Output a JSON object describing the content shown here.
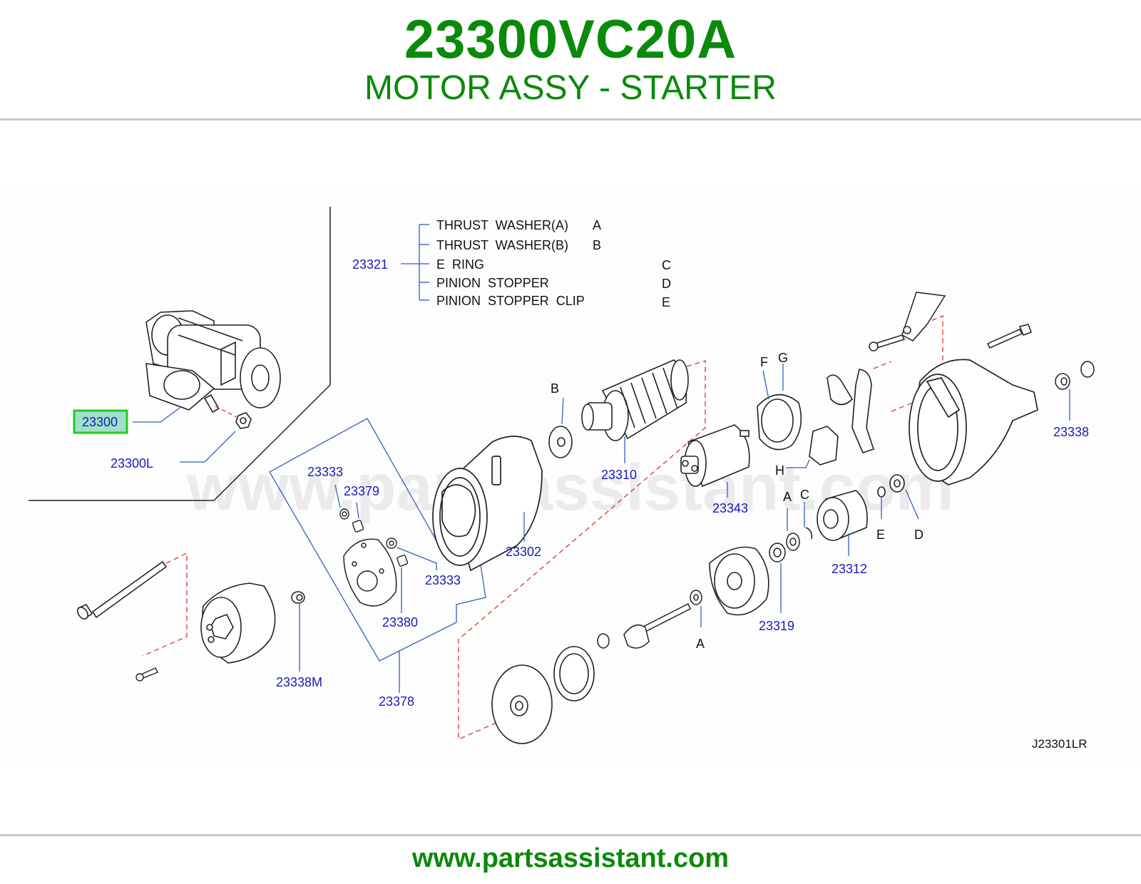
{
  "header": {
    "part_number": "23300VC20A",
    "part_name": "MOTOR ASSY - STARTER"
  },
  "legend": {
    "group_ref": "23321",
    "items": [
      {
        "name": "THRUST  WASHER(A)",
        "code": "A"
      },
      {
        "name": "THRUST  WASHER(B)",
        "code": "B"
      },
      {
        "name": "E  RING",
        "code": "C"
      },
      {
        "name": "PINION  STOPPER",
        "code": "D"
      },
      {
        "name": "PINION  STOPPER  CLIP",
        "code": "E"
      }
    ]
  },
  "callouts": {
    "p23300": "23300",
    "p23300L": "23300L",
    "p23333a": "23333",
    "p23379": "23379",
    "p23333b": "23333",
    "p23380": "23380",
    "p23378": "23378",
    "p23338M": "23338M",
    "p23302": "23302",
    "p23310": "23310",
    "p23343": "23343",
    "p23312": "23312",
    "p23319": "23319",
    "p23338": "23338",
    "B": "B",
    "F": "F",
    "G": "G",
    "H": "H",
    "A1": "A",
    "C": "C",
    "E": "E",
    "D": "D",
    "A2": "A"
  },
  "diagram_code": "J23301LR",
  "watermark": "www.partsassistant.com",
  "footer": {
    "url": "www.partsassistant.com"
  },
  "colors": {
    "title_green": "#0a8a0a",
    "callout_blue": "#1a1ab8",
    "highlight_green": "#22cc22",
    "highlight_fill": "#9fe0c8",
    "dashed_red": "#e03030",
    "group_outline": "#3060c0"
  }
}
